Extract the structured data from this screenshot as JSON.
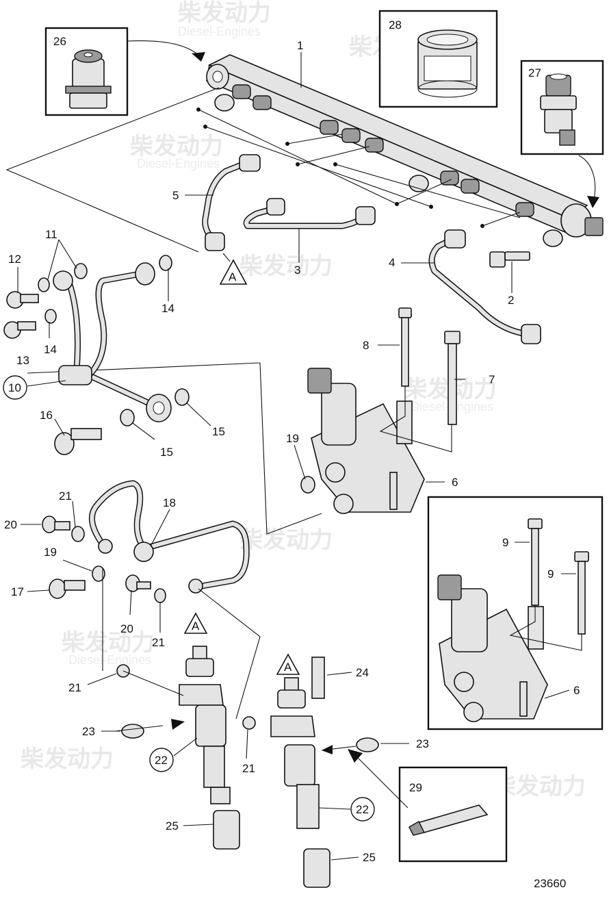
{
  "watermark": {
    "brand_cn": "柴发动力",
    "brand_en": "Diesel-Engines"
  },
  "callouts": {
    "c1": "1",
    "c2": "2",
    "c3": "3",
    "c4": "4",
    "c5": "5",
    "c6": "6",
    "c7": "7",
    "c8": "8",
    "c9": "9",
    "c10": "10",
    "c11": "11",
    "c12": "12",
    "c13": "13",
    "c14": "14",
    "c15": "15",
    "c16": "16",
    "c17": "17",
    "c18": "18",
    "c19": "19",
    "c20": "20",
    "c21": "21",
    "c22": "22",
    "c23": "23",
    "c24": "24",
    "c25": "25",
    "c26": "26",
    "c27": "27",
    "c28": "28",
    "c29": "29",
    "marker_a": "A"
  },
  "drawing_number": "23660"
}
